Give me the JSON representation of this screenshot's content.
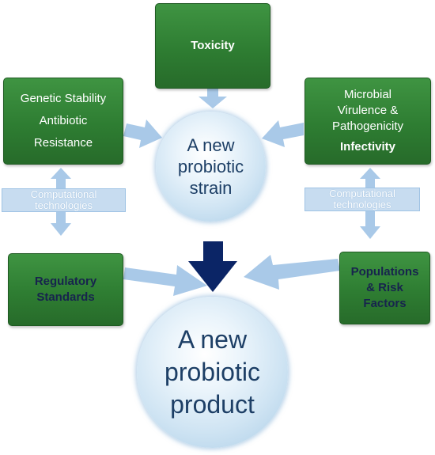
{
  "nodes": {
    "toxicity": {
      "label": "Toxicity"
    },
    "genetic": {
      "line1": "Genetic Stability",
      "line2": "Antibiotic",
      "line3": "Resistance"
    },
    "microbial": {
      "line1": "Microbial",
      "line2": "Virulence &",
      "line3": "Pathogenicity",
      "line4": "Infectivity"
    },
    "regulatory": {
      "line1": "Regulatory",
      "line2": "Standards"
    },
    "populations": {
      "line1": "Populations",
      "line2": "& Risk",
      "line3": "Factors"
    },
    "strain": {
      "line1": "A new",
      "line2": "probiotic",
      "line3": "strain"
    },
    "product": {
      "line1": "A new",
      "line2": "probiotic",
      "line3": "product"
    }
  },
  "bars": {
    "left": {
      "line1": "Computational",
      "line2": "technologies"
    },
    "right": {
      "line1": "Computational",
      "line2": "technologies"
    }
  },
  "colors": {
    "box_green": "#2e7d32",
    "arrow_light": "#a9c9e8",
    "arrow_dark": "#0b2566",
    "text_navy": "#17244d",
    "circle_text": "#1d3f66"
  },
  "edges": [
    {
      "from": "toxicity",
      "to": "strain"
    },
    {
      "from": "genetic",
      "to": "strain"
    },
    {
      "from": "microbial",
      "to": "strain"
    },
    {
      "from": "strain",
      "to": "product"
    },
    {
      "from": "regulatory",
      "to": "product"
    },
    {
      "from": "populations",
      "to": "product"
    },
    {
      "from": "genetic",
      "to": "regulatory",
      "bidirectional": true
    },
    {
      "from": "microbial",
      "to": "populations",
      "bidirectional": true
    }
  ]
}
